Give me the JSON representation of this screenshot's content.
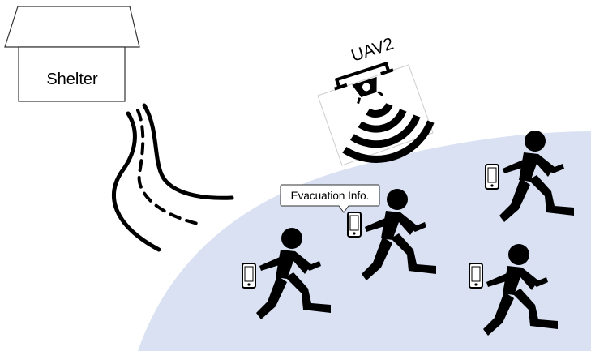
{
  "shelter": {
    "label": "Shelter"
  },
  "uav": {
    "label": "UAV2"
  },
  "callout": {
    "text": "Evacuation Info."
  },
  "colors": {
    "crowd_area": "#d9e1f2",
    "ink": "#000000",
    "outline": "#333333"
  },
  "icons": {
    "shelter": "house-icon",
    "road": "winding-road-icon",
    "uav": "drone-icon",
    "signal": "wireless-signal-icon",
    "person": "running-person-icon",
    "phone": "smartphone-icon"
  }
}
